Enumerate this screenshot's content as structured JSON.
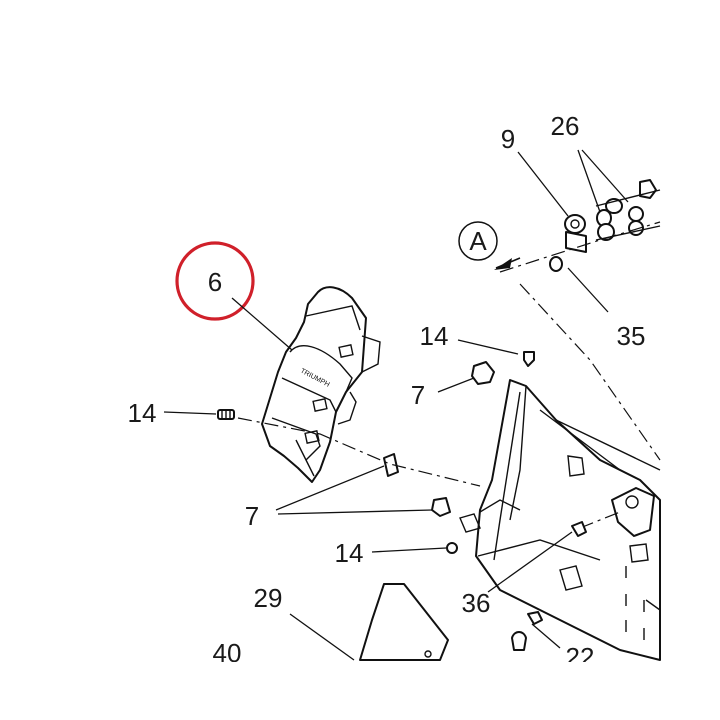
{
  "diagram": {
    "highlight_color": "#d0202a",
    "callouts": {
      "c6": "6",
      "c9": "9",
      "c26": "26",
      "c35": "35",
      "cA": "A",
      "c14a": "14",
      "c14b": "14",
      "c14c": "14",
      "c7a": "7",
      "c7b": "7",
      "c36": "36",
      "c29": "29",
      "c40": "40",
      "c22": "22"
    },
    "part_marking": "TRIUMPH"
  }
}
